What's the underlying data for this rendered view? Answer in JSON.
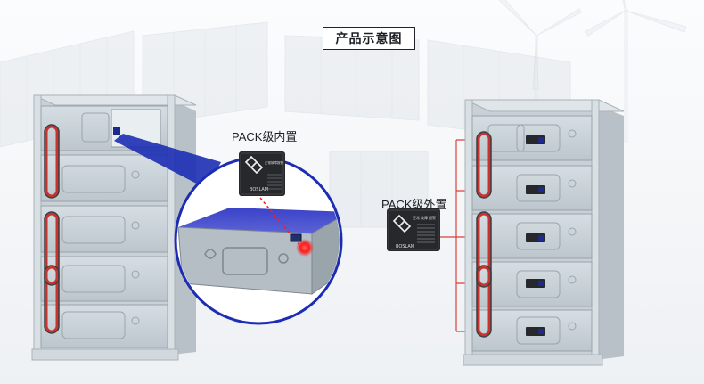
{
  "title": "产品示意图",
  "labels": {
    "internal": "PACK级内置",
    "external": "PACK级外置"
  },
  "device": {
    "brand": "BOSLAM",
    "panel_text": [
      "正常",
      "故障",
      "报警"
    ]
  },
  "colors": {
    "cable_red": "#c8332f",
    "highlight_blue": "#1c2db4",
    "led_red": "#ff1a1a",
    "rack_gray": "#cfd7dc",
    "device_black": "#26282c"
  },
  "racks": {
    "left_modules": 5,
    "right_modules": 5
  }
}
